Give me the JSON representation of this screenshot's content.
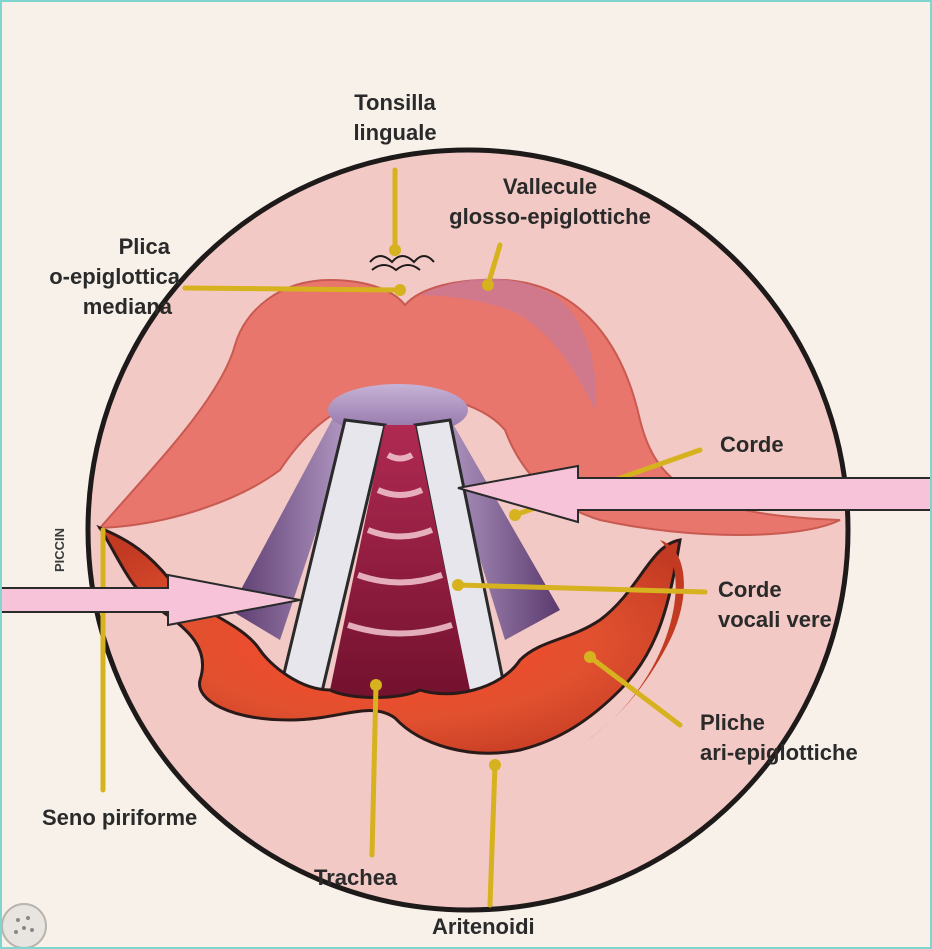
{
  "labels": {
    "tonsilla": [
      "Tonsilla",
      "linguale"
    ],
    "vallecule": [
      "Vallecule",
      "glosso-epiglottiche"
    ],
    "plica": [
      "Plica",
      "o-epiglottica",
      "mediana"
    ],
    "corde_false": [
      "Corde"
    ],
    "corde_vere": [
      "Corde",
      "vocali vere"
    ],
    "pliche": [
      "Pliche",
      "ari-epiglottiche"
    ],
    "seno": "Seno piriforme",
    "trachea": "Trachea",
    "aritenoidi": "Aritenoidi",
    "publisher": "PICCIN"
  },
  "colors": {
    "leader": "#d6b21e",
    "arrow_fill": "#f6c3d8",
    "outline": "#1e1a1a",
    "epiglottis": "#e9766c",
    "disc": "#f2c9c4",
    "arytenoid": "#d9442a",
    "trachea": "#7e1734"
  }
}
